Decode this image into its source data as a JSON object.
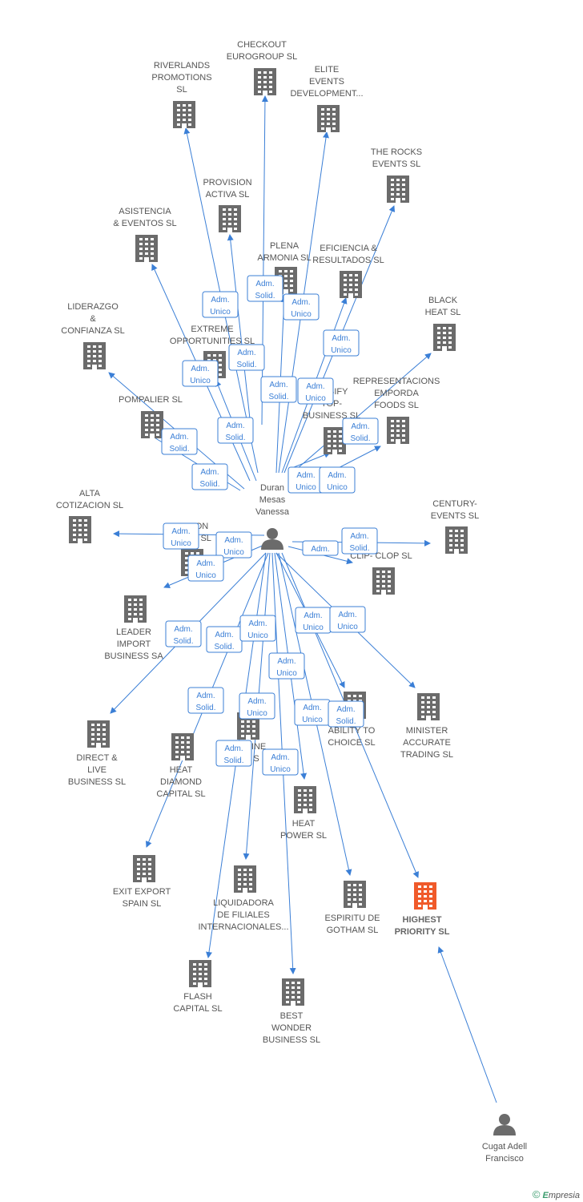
{
  "colors": {
    "edge": "#3b7fd6",
    "building": "#6b6b6b",
    "highlight": "#f05a2a"
  },
  "people": [
    {
      "id": "duran",
      "label": [
        "Duran",
        "Mesas",
        "Vanessa"
      ]
    },
    {
      "id": "cugat",
      "label": [
        "Cugat Adell",
        "Francisco"
      ]
    }
  ],
  "companies": [
    {
      "id": "checkout",
      "label": [
        "CHECKOUT",
        "EUROGROUP SL"
      ]
    },
    {
      "id": "riverlands",
      "label": [
        "RIVERLANDS",
        "PROMOTIONS",
        "SL"
      ]
    },
    {
      "id": "elite",
      "label": [
        "ELITE",
        "EVENTS",
        "DEVELOPMENT..."
      ]
    },
    {
      "id": "therocks",
      "label": [
        "THE ROCKS",
        "EVENTS  SL"
      ]
    },
    {
      "id": "provision",
      "label": [
        "PROVISION",
        "ACTIVA SL"
      ]
    },
    {
      "id": "asistencia",
      "label": [
        "ASISTENCIA",
        "& EVENTOS  SL"
      ]
    },
    {
      "id": "plena",
      "label": [
        "PLENA",
        "ARMONIA SL"
      ]
    },
    {
      "id": "eficiencia",
      "label": [
        "EFICIENCIA &",
        "RESULTADOS SL"
      ]
    },
    {
      "id": "black",
      "label": [
        "BLACK",
        "HEAT SL"
      ]
    },
    {
      "id": "liderazgo",
      "label": [
        "LIDERAZGO",
        "&",
        "CONFIANZA SL"
      ]
    },
    {
      "id": "extreme",
      "label": [
        "EXTREME",
        "OPPORTUNITIES SL"
      ]
    },
    {
      "id": "emsify",
      "label": [
        "EMSIFY",
        "TOP-",
        "BUSINESS SL"
      ]
    },
    {
      "id": "representacions",
      "label": [
        "REPRESENTACIONS",
        "EMPORDA",
        "FOODS  SL"
      ]
    },
    {
      "id": "pompalier",
      "label": [
        "POMPALIER SL"
      ]
    },
    {
      "id": "alta",
      "label": [
        "ALTA",
        "COTIZACION SL"
      ]
    },
    {
      "id": "century",
      "label": [
        "CENTURY-",
        "EVENTS  SL"
      ]
    },
    {
      "id": "hidden",
      "label": [
        "ON",
        "S SL"
      ]
    },
    {
      "id": "clipclop",
      "label": [
        "CLIP- CLOP SL"
      ]
    },
    {
      "id": "leader",
      "label": [
        "LEADER",
        "IMPORT",
        "BUSINESS SA"
      ]
    },
    {
      "id": "minister",
      "label": [
        "MINISTER",
        "ACCURATE",
        "TRADING  SL"
      ]
    },
    {
      "id": "ability",
      "label": [
        "ABILITY TO",
        "CHOICE SL"
      ]
    },
    {
      "id": "direct",
      "label": [
        "DIRECT &",
        "LIVE",
        "BUSINESS SL"
      ]
    },
    {
      "id": "heatdiamond",
      "label": [
        "HEAT",
        "DIAMOND",
        "CAPITAL SL"
      ]
    },
    {
      "id": "online",
      "label": [
        "LINE",
        "S"
      ]
    },
    {
      "id": "heatpower",
      "label": [
        "HEAT",
        "POWER SL"
      ]
    },
    {
      "id": "exitexport",
      "label": [
        "EXIT EXPORT",
        "SPAIN SL"
      ]
    },
    {
      "id": "liquidadora",
      "label": [
        "LIQUIDADORA",
        "DE FILIALES",
        "INTERNACIONALES..."
      ]
    },
    {
      "id": "espiritu",
      "label": [
        "ESPIRITU  DE",
        "GOTHAM  SL"
      ]
    },
    {
      "id": "highest",
      "label": [
        "HIGHEST",
        "PRIORITY  SL"
      ],
      "highlight": true
    },
    {
      "id": "flash",
      "label": [
        "FLASH",
        "CAPITAL SL"
      ]
    },
    {
      "id": "bestwonder",
      "label": [
        "BEST",
        "WONDER",
        "BUSINESS SL"
      ]
    }
  ],
  "badges": [
    {
      "lines": [
        "Adm.",
        "Unico"
      ]
    },
    {
      "lines": [
        "Adm.",
        "Solid."
      ]
    },
    {
      "lines": [
        "Adm.",
        "Unico"
      ]
    },
    {
      "lines": [
        "Adm.",
        "Unico"
      ]
    },
    {
      "lines": [
        "Adm.",
        "Unico"
      ]
    },
    {
      "lines": [
        "Adm.",
        "Solid."
      ]
    },
    {
      "lines": [
        "Adm.",
        "Solid."
      ]
    },
    {
      "lines": [
        "Adm.",
        "Unico"
      ]
    },
    {
      "lines": [
        "Adm.",
        "Solid."
      ]
    },
    {
      "lines": [
        "Adm.",
        "Solid."
      ]
    },
    {
      "lines": [
        "Adm.",
        "Solid."
      ]
    },
    {
      "lines": [
        "Adm.",
        "Unico"
      ]
    },
    {
      "lines": [
        "Adm.",
        "Unico"
      ]
    },
    {
      "lines": [
        "Adm.",
        "Solid."
      ]
    },
    {
      "lines": [
        "Adm.",
        "Unico"
      ]
    },
    {
      "lines": [
        "Adm.",
        "Unico"
      ]
    },
    {
      "lines": [
        "Adm.",
        "Unico"
      ]
    },
    {
      "lines": [
        "Adm."
      ]
    },
    {
      "lines": [
        "Adm.",
        "Solid."
      ]
    },
    {
      "lines": [
        "Adm.",
        "Solid."
      ]
    },
    {
      "lines": [
        "Adm.",
        "Solid."
      ]
    },
    {
      "lines": [
        "Adm.",
        "Unico"
      ]
    },
    {
      "lines": [
        "Adm.",
        "Unico"
      ]
    },
    {
      "lines": [
        "Adm.",
        "Solid."
      ]
    },
    {
      "lines": [
        "Adm.",
        "Unico"
      ]
    },
    {
      "lines": [
        "Adm.",
        "Unico"
      ]
    },
    {
      "lines": [
        "Adm.",
        "Unico"
      ]
    },
    {
      "lines": [
        "Adm.",
        "Unico"
      ]
    },
    {
      "lines": [
        "Adm.",
        "Solid."
      ]
    },
    {
      "lines": [
        "Adm.",
        "Solid."
      ]
    },
    {
      "lines": [
        "Adm.",
        "Unico"
      ]
    }
  ],
  "footer": {
    "copyright": "©",
    "brand_initial": "E",
    "brand_rest": "mpresia"
  }
}
